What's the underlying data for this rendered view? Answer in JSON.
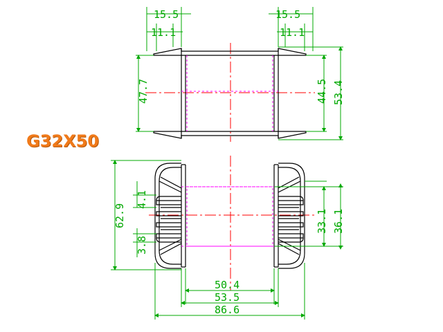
{
  "model": "G32X50",
  "colors": {
    "outline": "#000000",
    "dimension": "#00a800",
    "centerline": "#ff0000",
    "hidden": "#ff00ff",
    "label": "#f07a1a"
  },
  "top_view": {
    "dims": {
      "left_outer": "15.5",
      "left_inner": "11.1",
      "right_outer": "15.5",
      "right_inner": "11.1",
      "height_left": "47.7",
      "height_inner": "44.5",
      "height_outer": "53.4"
    }
  },
  "front_view": {
    "dims": {
      "slot": "4.1",
      "overall_height": "62.9",
      "gap": "3.8",
      "window_height": "33.1",
      "core_height": "36.1",
      "width_inner": "50.4",
      "width_mid": "53.5",
      "width_total": "86.6"
    }
  }
}
